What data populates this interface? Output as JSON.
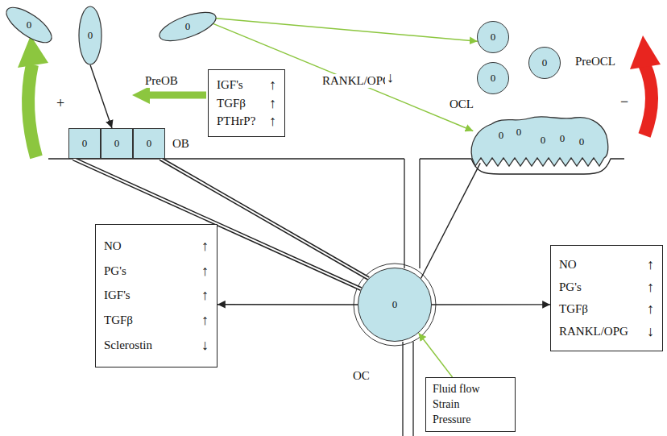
{
  "diagram": {
    "nodes": [
      {
        "text": [
          "0"
        ]
      },
      {
        "text": [
          "0"
        ]
      },
      {
        "text": [
          "0"
        ]
      },
      {
        "text": [
          "0"
        ]
      },
      {
        "text": [
          "0"
        ]
      },
      {
        "text": [
          "0"
        ]
      },
      {
        "text": [
          "IGF's",
          "↑",
          "TGFβ",
          "↑",
          "PTHrP?",
          "↑"
        ]
      },
      {
        "text": [
          "0"
        ]
      },
      {
        "text": [
          "0"
        ]
      },
      {
        "text": [
          "0"
        ]
      },
      {
        "text": [
          "0",
          "0",
          "0",
          "0",
          "0"
        ]
      },
      {
        "text": [
          "NO",
          "↑",
          "PG's",
          "↑",
          "IGF's",
          "↑",
          "TGFβ",
          "↑",
          "Sclerostin",
          "↓"
        ]
      },
      {
        "text": [
          "0"
        ]
      },
      {
        "text": [
          "NO",
          "↑",
          "PG's",
          "↑",
          "TGFβ",
          "↑",
          "RANKL/OPG",
          "↓"
        ]
      },
      {
        "text": [
          "Fluid flow",
          "Strain",
          "Pressure"
        ]
      }
    ],
    "edges": [
      {
        "from": 1,
        "to": 8,
        "arrow": "to"
      },
      {
        "from": 2,
        "to": 3,
        "arrow": "to"
      },
      {
        "from": 2,
        "to": 10,
        "arrow": "to"
      },
      {
        "from": 12,
        "to": 11,
        "arrow": "to"
      },
      {
        "from": 12,
        "to": 13,
        "arrow": "to"
      },
      {
        "from": 12,
        "to": 7,
        "arrow": "none"
      },
      {
        "from": 12,
        "to": 9,
        "arrow": "none"
      },
      {
        "from": 12,
        "to": 10,
        "arrow": "none"
      },
      {
        "from": 14,
        "to": 12,
        "arrow": "to"
      }
    ],
    "labels": [
      "PreOB",
      "+",
      "OB",
      "RANKL/OPG",
      "↓",
      "PreOCL",
      "OCL",
      "−",
      "OC"
    ]
  }
}
